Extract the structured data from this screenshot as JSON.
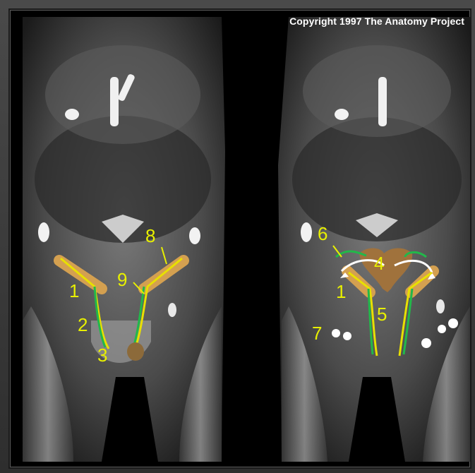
{
  "copyright": "Copyright 1997 The Anatomy Project",
  "labels": {
    "left_panel": [
      "1",
      "2",
      "3",
      "8",
      "9"
    ],
    "right_panel": [
      "6",
      "4",
      "1",
      "5",
      "7"
    ]
  },
  "colors": {
    "label": "#e8f000",
    "duct_green": "#22b84a",
    "duct_yellow": "#e8e000",
    "organ_brown": "#a0723c",
    "arrow_white": "#ffffff"
  }
}
